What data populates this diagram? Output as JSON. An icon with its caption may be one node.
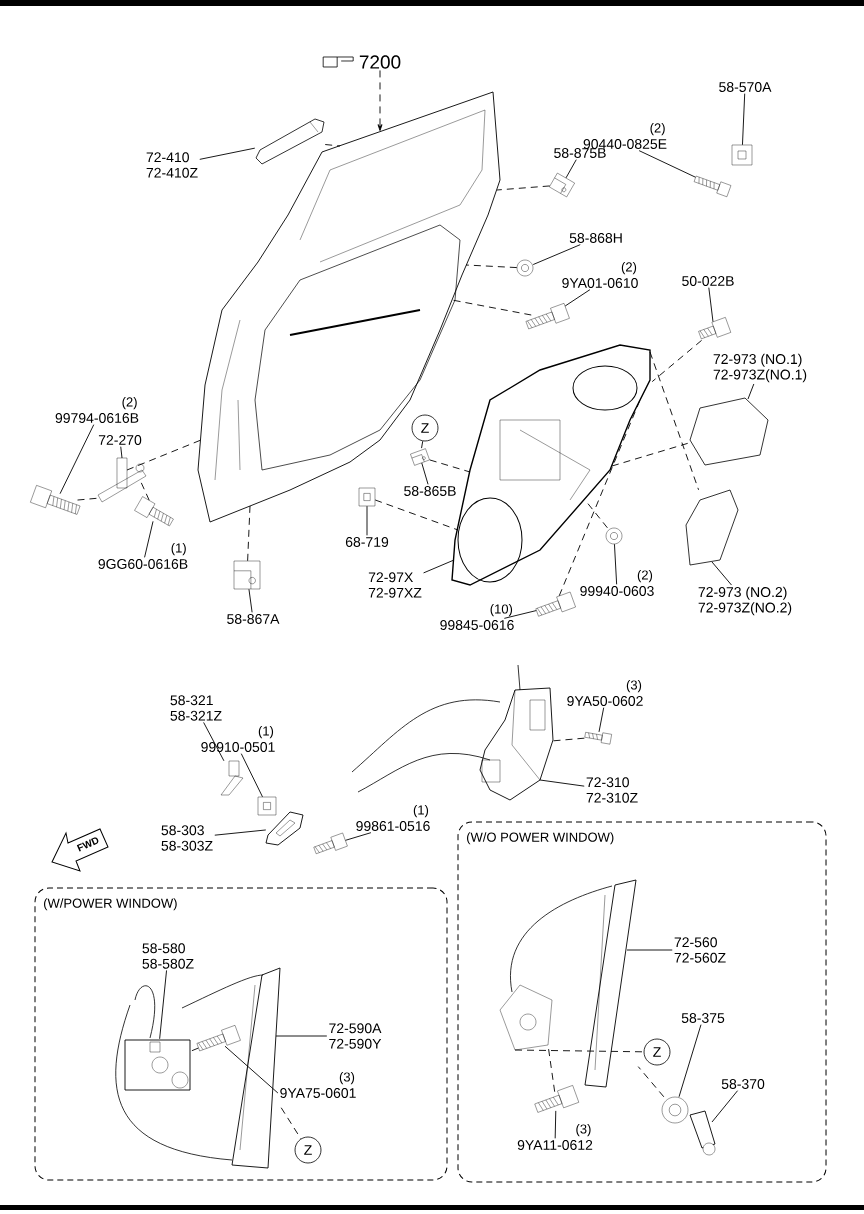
{
  "diagram": {
    "nodes": [
      {
        "text": [
          "7200"
        ]
      },
      {
        "text": [],
        "shape": "picture"
      },
      {
        "text": [
          "72-410",
          "72-410Z"
        ]
      },
      {
        "text": [],
        "shape": "picture"
      },
      {
        "text": [
          "58-875B"
        ]
      },
      {
        "text": [],
        "shape": "picture"
      },
      {
        "text": [
          "58-570A"
        ]
      },
      {
        "text": [],
        "shape": "picture"
      },
      {
        "text": [
          "90440-0825E"
        ],
        "beside": [
          "(2)"
        ]
      },
      {
        "text": [],
        "shape": "picture"
      },
      {
        "text": [
          "58-868H"
        ]
      },
      {
        "text": [],
        "shape": "picture"
      },
      {
        "text": [
          "9YA01-0610"
        ],
        "beside": [
          "(2)"
        ]
      },
      {
        "text": [],
        "shape": "picture"
      },
      {
        "text": [
          "50-022B"
        ]
      },
      {
        "text": [],
        "shape": "picture"
      },
      {
        "text": [
          "72-973 (NO.1)",
          "72-973Z(NO.1)"
        ]
      },
      {
        "text": [],
        "shape": "picture"
      },
      {
        "text": [
          "99794-0616B"
        ],
        "beside": [
          "(2)"
        ]
      },
      {
        "text": [],
        "shape": "picture"
      },
      {
        "text": [
          "72-270"
        ]
      },
      {
        "text": [],
        "shape": "picture"
      },
      {
        "text": [
          "9GG60-0616B"
        ],
        "beside": [
          "(1)"
        ]
      },
      {
        "text": [],
        "shape": "picture"
      },
      {
        "text": [
          "Z"
        ]
      },
      {
        "text": [],
        "shape": "picture"
      },
      {
        "text": [
          "58-865B"
        ]
      },
      {
        "text": [],
        "shape": "picture"
      },
      {
        "text": [
          "68-719"
        ]
      },
      {
        "text": [],
        "shape": "picture"
      },
      {
        "text": [
          "58-867A"
        ]
      },
      {
        "text": [],
        "shape": "picture"
      },
      {
        "text": [
          "72-97X",
          "72-97XZ"
        ]
      },
      {
        "text": [],
        "shape": "picture"
      },
      {
        "text": [
          "99940-0603"
        ],
        "beside": [
          "(2)"
        ]
      },
      {
        "text": [],
        "shape": "picture"
      },
      {
        "text": [
          "72-973 (NO.2)",
          "72-973Z(NO.2)"
        ]
      },
      {
        "text": [],
        "shape": "picture"
      },
      {
        "text": [
          "99845-0616"
        ],
        "beside": [
          "(10)"
        ]
      },
      {
        "text": [],
        "shape": "picture"
      },
      {
        "text": [
          "9YA50-0602"
        ],
        "beside": [
          "(3)"
        ]
      },
      {
        "text": [],
        "shape": "picture"
      },
      {
        "text": [
          "72-310",
          "72-310Z"
        ]
      },
      {
        "text": [
          "58-321",
          "58-321Z"
        ]
      },
      {
        "text": [],
        "shape": "picture"
      },
      {
        "text": [
          "99910-0501"
        ],
        "beside": [
          "(1)"
        ]
      },
      {
        "text": [],
        "shape": "picture"
      },
      {
        "text": [],
        "shape": "picture"
      },
      {
        "text": [
          "58-303",
          "58-303Z"
        ]
      },
      {
        "text": [],
        "shape": "picture"
      },
      {
        "text": [
          "99861-0516"
        ],
        "beside": [
          "(1)"
        ]
      },
      {
        "text": [
          "(W/POWER WINDOW)"
        ]
      },
      {
        "text": [
          "58-580",
          "58-580Z"
        ],
        "in": 51
      },
      {
        "text": [],
        "shape": "picture",
        "in": 51
      },
      {
        "text": [],
        "shape": "picture",
        "in": 51
      },
      {
        "text": [
          "72-590A",
          "72-590Y"
        ],
        "in": 51
      },
      {
        "text": [],
        "shape": "picture",
        "in": 51
      },
      {
        "text": [
          "9YA75-0601"
        ],
        "beside": [
          "(3)"
        ],
        "in": 51
      },
      {
        "text": [
          "Z"
        ],
        "in": 51
      },
      {
        "text": [
          "(W/O POWER WINDOW)"
        ]
      },
      {
        "text": [],
        "shape": "picture",
        "in": 59
      },
      {
        "text": [
          "72-560",
          "72-560Z"
        ],
        "in": 59
      },
      {
        "text": [
          "Z"
        ],
        "in": 59
      },
      {
        "text": [
          "58-375"
        ],
        "in": 59
      },
      {
        "text": [],
        "shape": "picture",
        "in": 59
      },
      {
        "text": [
          "58-370"
        ],
        "in": 59
      },
      {
        "text": [],
        "shape": "picture",
        "in": 59
      },
      {
        "text": [],
        "shape": "picture",
        "in": 59
      },
      {
        "text": [
          "9YA11-0612"
        ],
        "beside": [
          "(3)"
        ],
        "in": 59
      }
    ],
    "edges": [
      {
        "from": 0,
        "to": 1,
        "arrow": "to",
        "style": "dashed"
      },
      {
        "from": 2,
        "to": 3,
        "arrow": "none"
      },
      {
        "from": 4,
        "to": 5,
        "arrow": "none"
      },
      {
        "from": 6,
        "to": 7,
        "arrow": "none"
      },
      {
        "from": 8,
        "to": 9,
        "arrow": "none"
      },
      {
        "from": 10,
        "to": 11,
        "arrow": "none"
      },
      {
        "from": 12,
        "to": 13,
        "arrow": "none"
      },
      {
        "from": 14,
        "to": 15,
        "arrow": "none"
      },
      {
        "from": 16,
        "to": 17,
        "arrow": "none"
      },
      {
        "from": 18,
        "to": 19,
        "arrow": "none"
      },
      {
        "from": 20,
        "to": 21,
        "arrow": "none"
      },
      {
        "from": 22,
        "to": 23,
        "arrow": "none"
      },
      {
        "from": 26,
        "to": 25,
        "arrow": "none"
      },
      {
        "from": 28,
        "to": 27,
        "arrow": "none"
      },
      {
        "from": 30,
        "to": 29,
        "arrow": "none"
      },
      {
        "from": 32,
        "to": 31,
        "arrow": "none"
      },
      {
        "from": 34,
        "to": 33,
        "arrow": "none"
      },
      {
        "from": 36,
        "to": 35,
        "arrow": "none"
      },
      {
        "from": 38,
        "to": 37,
        "arrow": "none"
      },
      {
        "from": 40,
        "to": 41,
        "arrow": "none"
      },
      {
        "from": 42,
        "to": 39,
        "arrow": "none"
      },
      {
        "from": 43,
        "to": 44,
        "arrow": "none"
      },
      {
        "from": 45,
        "to": 46,
        "arrow": "none"
      },
      {
        "from": 48,
        "to": 47,
        "arrow": "none"
      },
      {
        "from": 50,
        "to": 49,
        "arrow": "none"
      },
      {
        "from": 52,
        "to": 53,
        "arrow": "none"
      },
      {
        "from": 55,
        "to": 54,
        "arrow": "none"
      },
      {
        "from": 57,
        "to": 56,
        "arrow": "none"
      },
      {
        "from": 61,
        "to": 60,
        "arrow": "none"
      },
      {
        "from": 63,
        "to": 64,
        "arrow": "none"
      },
      {
        "from": 65,
        "to": 66,
        "arrow": "none"
      },
      {
        "from": 68,
        "to": 67,
        "arrow": "none"
      },
      {
        "from": 3,
        "to": 1,
        "arrow": "none",
        "style": "dashed"
      },
      {
        "from": 5,
        "to": 1,
        "arrow": "none",
        "style": "dashed"
      },
      {
        "from": 11,
        "to": 1,
        "arrow": "none",
        "style": "dashed"
      },
      {
        "from": 13,
        "to": 1,
        "arrow": "none",
        "style": "dashed"
      },
      {
        "from": 21,
        "to": 1,
        "arrow": "none",
        "style": "dashed"
      },
      {
        "from": 19,
        "to": 21,
        "arrow": "none",
        "style": "dashed"
      },
      {
        "from": 23,
        "to": 21,
        "arrow": "none",
        "style": "dashed"
      },
      {
        "from": 29,
        "to": 1,
        "arrow": "none",
        "style": "dashed"
      },
      {
        "from": 24,
        "to": 25,
        "arrow": "none",
        "style": "dashed"
      },
      {
        "from": 25,
        "to": 31,
        "arrow": "none",
        "style": "dashed"
      },
      {
        "from": 27,
        "to": 31,
        "arrow": "none",
        "style": "dashed"
      },
      {
        "from": 33,
        "to": 31,
        "arrow": "none",
        "style": "dashed"
      },
      {
        "from": 37,
        "to": 31,
        "arrow": "none",
        "style": "dashed"
      },
      {
        "from": 31,
        "to": 17,
        "arrow": "none",
        "style": "dashed"
      },
      {
        "from": 31,
        "to": 35,
        "arrow": "none",
        "style": "dashed"
      },
      {
        "from": 15,
        "to": 31,
        "arrow": "none",
        "style": "dashed"
      },
      {
        "from": 41,
        "to": 39,
        "arrow": "none",
        "style": "dashed"
      },
      {
        "from": 56,
        "to": 53,
        "arrow": "none",
        "style": "dashed"
      },
      {
        "from": 54,
        "to": 58,
        "arrow": "none",
        "style": "dashed"
      },
      {
        "from": 60,
        "to": 62,
        "arrow": "none",
        "style": "dashed"
      },
      {
        "from": 67,
        "to": 60,
        "arrow": "none",
        "style": "dashed"
      },
      {
        "from": 64,
        "to": 60,
        "arrow": "none",
        "style": "dashed"
      }
    ],
    "labels": [
      "FWD"
    ]
  }
}
